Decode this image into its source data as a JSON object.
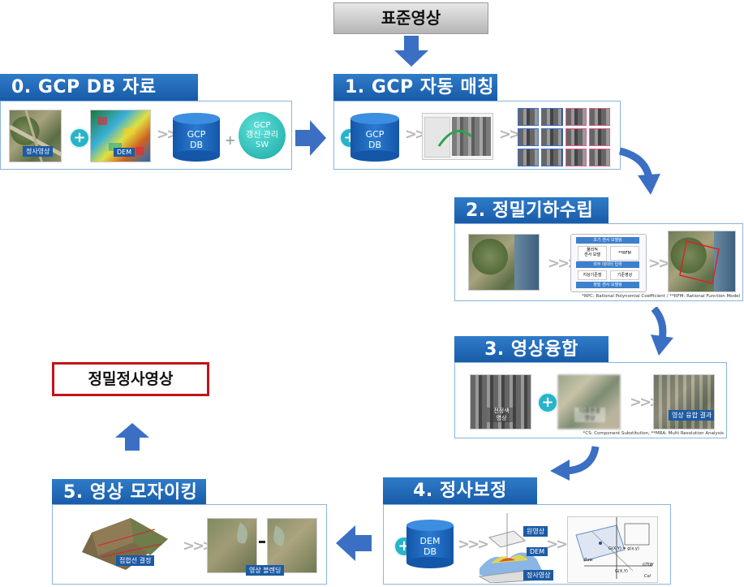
{
  "top_box": {
    "label": "표준영상"
  },
  "final_box": {
    "label": "정밀정사영상"
  },
  "step0": {
    "title": "0. GCP DB 자료",
    "ortho_caption": "정사영상",
    "dem_caption": "DEM",
    "db_line1": "GCP",
    "db_line2": "DB",
    "sw_line1": "GCP",
    "sw_line2": "갱신·관리",
    "sw_line3": "SW"
  },
  "step1": {
    "title": "1. GCP 자동 매칭",
    "db_line1": "GCP",
    "db_line2": "DB"
  },
  "step2": {
    "title": "2. 정밀기하수립",
    "flow_box1": "초기 센서 모델링",
    "flow_physical": "물리적\n센서 모델",
    "flow_rfm": "**RFM",
    "flow_box2": "외부 데이터 입력",
    "flow_gcp": "지상기준점",
    "flow_ref": "기준영상",
    "flow_box3": "정밀 센서 모델링",
    "footnote": "*RPC: Rational Polynomial Coefficient / **RFM: Rational Function Model"
  },
  "step3": {
    "title": "3. 영상융합",
    "pan_caption": "전정색\n영상",
    "ms_caption": "다중분광\n영상",
    "fused_caption": "영상 융합 결과",
    "footnote": "*CS: Component Substitution, **MRA: Multi Resolution Analysis"
  },
  "step4": {
    "title": "4. 정사보정",
    "db_line1": "DEM",
    "db_line2": "DB",
    "orig_label": "원영상",
    "dem_label": "DEM",
    "ortho_label": "정사영상",
    "formula_1": "G(X,Y) = g(x,y)",
    "formula_2": "G(X,Y)",
    "axis_row": "Row",
    "axis_col": "Col",
    "axis_gtiw": "GTIW"
  },
  "step5": {
    "title": "5. 영상 모자이킹",
    "seam_caption": "접합선 결정",
    "balance_caption": "영상 블렌딩"
  },
  "colors": {
    "title_blue": "#1d63b0",
    "arrow_blue": "#3a6fc4",
    "panel_border": "#8bb4de",
    "final_border": "#c0141b",
    "plus_teal": "#27b4c9"
  }
}
